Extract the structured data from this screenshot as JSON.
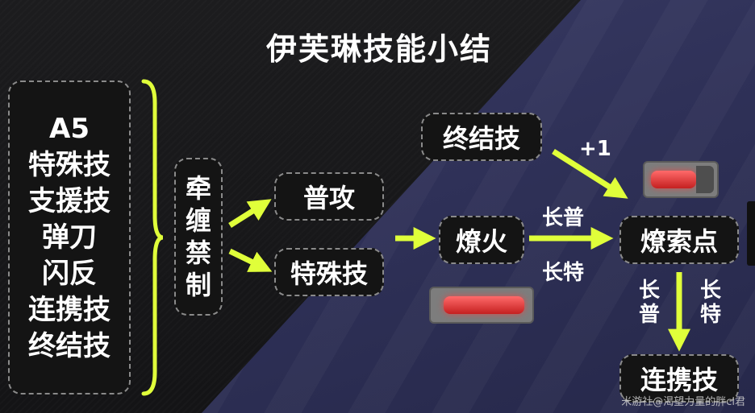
{
  "title": "伊芙琳技能小结",
  "left_list": [
    "A5",
    "特殊技",
    "支援技",
    "弹刀",
    "闪反",
    "连携技",
    "终结技"
  ],
  "middle_vertical": [
    "牵",
    "缠",
    "禁",
    "制"
  ],
  "nodes": {
    "normal_attack": "普攻",
    "special_skill": "特殊技",
    "finisher": "终结技",
    "ignition": "燎火",
    "ignition_point": "燎索点",
    "chain_attack": "连携技"
  },
  "edge_labels": {
    "plus_one": "+1",
    "long_normal": "长普",
    "long_special": "长特",
    "vertical_left": [
      "长",
      "普"
    ],
    "vertical_right": [
      "长",
      "特"
    ]
  },
  "colors": {
    "arrow": "#e0ff3a",
    "bar_fill": "#e23a3a",
    "box_border": "#8a8a8a",
    "purple_bg": "#33355c"
  },
  "watermark": "米游社@渴望力量的胖cl君"
}
